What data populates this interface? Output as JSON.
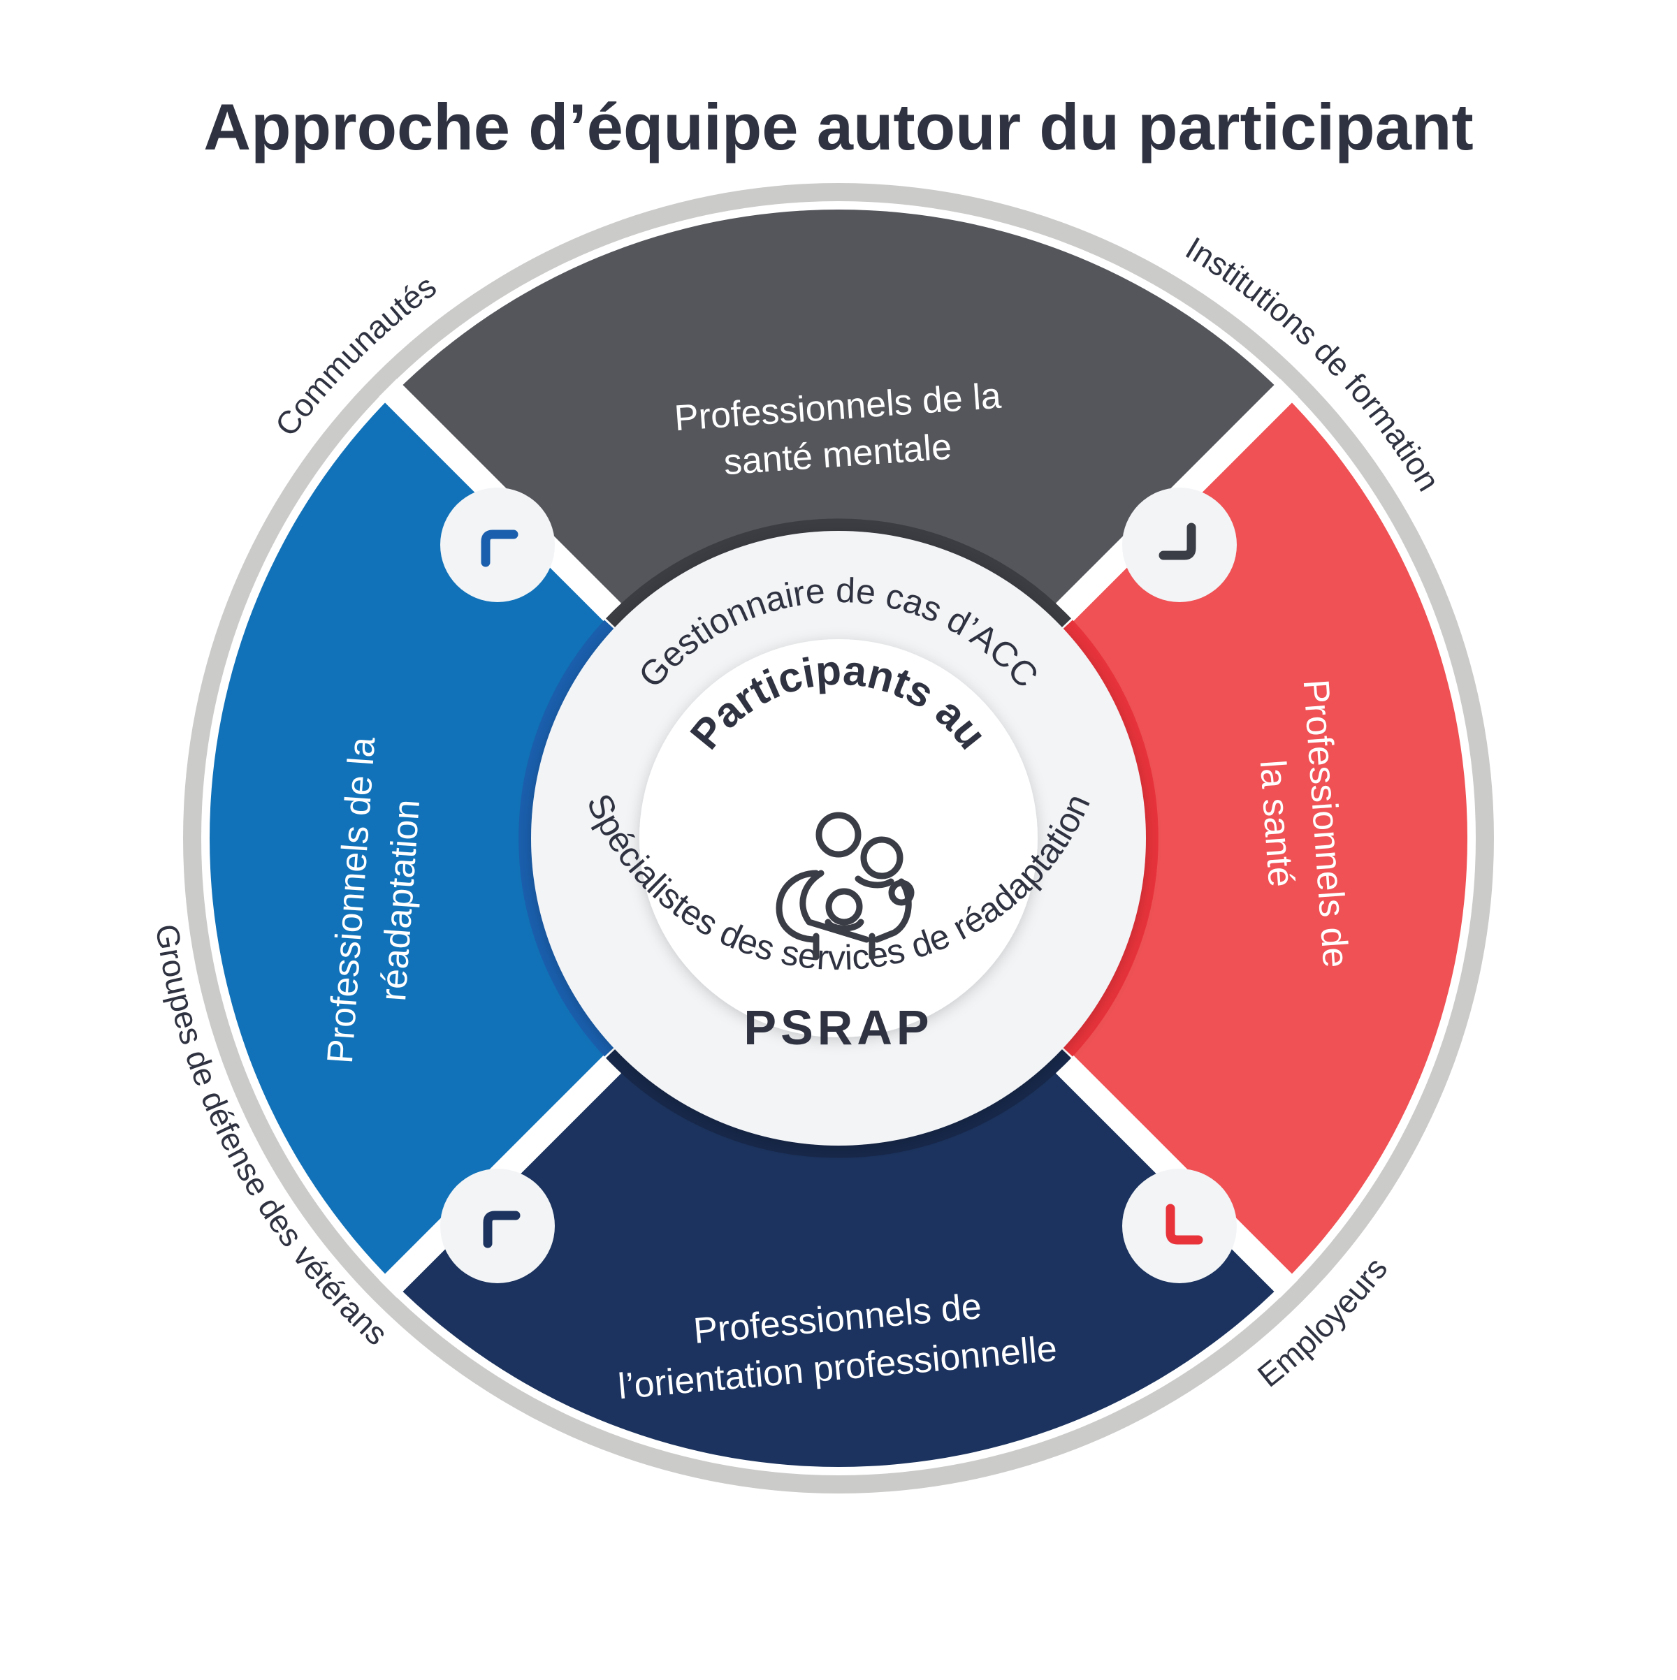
{
  "title": "Approche d’équipe autour du participant",
  "colors": {
    "outer_ring": "#cbcbca",
    "mental": "#54565c",
    "rehab": "#1172b9",
    "health": "#ef5154",
    "vocational": "#1b335e",
    "center_bg": "#f2f4f6",
    "dark_text": "#2f3240",
    "red_accent": "#e8333b",
    "blue_accent": "#1a5fad"
  },
  "outer_labels": {
    "top_left": "Communautés",
    "top_right": "Institutions de formation",
    "bottom_left": "Groupes de défense des vétérans",
    "bottom_right": "Employeurs"
  },
  "segments": {
    "top": [
      "Professionnels de la",
      "santé mentale"
    ],
    "left": [
      "Professionnels de la",
      "réadaptation"
    ],
    "right": [
      "Professionnels de",
      "la santé"
    ],
    "bottom": [
      "Professionnels de",
      "l’orientation professionnelle"
    ]
  },
  "ring_labels": {
    "top": "Gestionnaire de cas d’ACC",
    "bottom": "Spécialistes des services de réadaptation"
  },
  "center": {
    "title": "Participants au",
    "subtitle": "PSRAP",
    "icon": "family-icon"
  },
  "connector_icons": [
    "corner-top-left-icon",
    "corner-bottom-right-icon",
    "corner-top-left-icon",
    "corner-bottom-left-icon"
  ]
}
